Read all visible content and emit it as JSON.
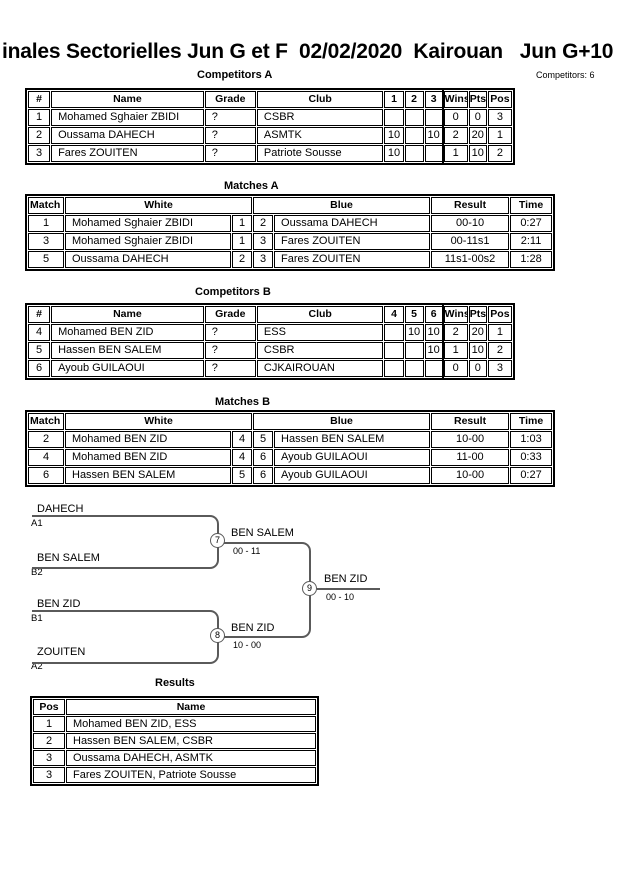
{
  "page": {
    "title": "inales Sectorielles Jun G et F  02/02/2020  Kairouan   Jun G+10",
    "competitors_count": "Competitors: 6"
  },
  "competitors_a": {
    "heading": "Competitors A",
    "columns": [
      "#",
      "Name",
      "Grade",
      "Club",
      "1",
      "2",
      "3",
      "Wins",
      "Pts",
      "Pos"
    ],
    "rows": [
      {
        "num": "1",
        "name": "Mohamed Sghaier ZBIDI",
        "grade": "?",
        "club": "CSBR",
        "c1": "",
        "c2": "",
        "c3": "",
        "wins": "0",
        "pts": "0",
        "pos": "3"
      },
      {
        "num": "2",
        "name": "Oussama DAHECH",
        "grade": "?",
        "club": "ASMTK",
        "c1": "10",
        "c2": "",
        "c3": "10",
        "wins": "2",
        "pts": "20",
        "pos": "1"
      },
      {
        "num": "3",
        "name": "Fares ZOUITEN",
        "grade": "?",
        "club": "Patriote Sousse",
        "c1": "10",
        "c2": "",
        "c3": "",
        "wins": "1",
        "pts": "10",
        "pos": "2"
      }
    ]
  },
  "matches_a": {
    "heading": "Matches A",
    "columns": [
      "Match",
      "White",
      "Blue",
      "Result",
      "Time"
    ],
    "rows": [
      {
        "match": "1",
        "white": "Mohamed Sghaier ZBIDI",
        "wnum": "1",
        "bnum": "2",
        "blue": "Oussama DAHECH",
        "result": "00-10",
        "time": "0:27"
      },
      {
        "match": "3",
        "white": "Mohamed Sghaier ZBIDI",
        "wnum": "1",
        "bnum": "3",
        "blue": "Fares ZOUITEN",
        "result": "00-11s1",
        "time": "2:11"
      },
      {
        "match": "5",
        "white": "Oussama DAHECH",
        "wnum": "2",
        "bnum": "3",
        "blue": "Fares ZOUITEN",
        "result": "11s1-00s2",
        "time": "1:28"
      }
    ]
  },
  "competitors_b": {
    "heading": "Competitors B",
    "columns": [
      "#",
      "Name",
      "Grade",
      "Club",
      "4",
      "5",
      "6",
      "Wins",
      "Pts",
      "Pos"
    ],
    "rows": [
      {
        "num": "4",
        "name": "Mohamed BEN ZID",
        "grade": "?",
        "club": "ESS",
        "c1": "",
        "c2": "10",
        "c3": "10",
        "wins": "2",
        "pts": "20",
        "pos": "1"
      },
      {
        "num": "5",
        "name": "Hassen BEN SALEM",
        "grade": "?",
        "club": "CSBR",
        "c1": "",
        "c2": "",
        "c3": "10",
        "wins": "1",
        "pts": "10",
        "pos": "2"
      },
      {
        "num": "6",
        "name": "Ayoub GUILAOUI",
        "grade": "?",
        "club": "CJKAIROUAN",
        "c1": "",
        "c2": "",
        "c3": "",
        "wins": "0",
        "pts": "0",
        "pos": "3"
      }
    ]
  },
  "matches_b": {
    "heading": "Matches B",
    "columns": [
      "Match",
      "White",
      "Blue",
      "Result",
      "Time"
    ],
    "rows": [
      {
        "match": "2",
        "white": "Mohamed BEN ZID",
        "wnum": "4",
        "bnum": "5",
        "blue": "Hassen BEN SALEM",
        "result": "10-00",
        "time": "1:03"
      },
      {
        "match": "4",
        "white": "Mohamed BEN ZID",
        "wnum": "4",
        "bnum": "6",
        "blue": "Ayoub GUILAOUI",
        "result": "11-00",
        "time": "0:33"
      },
      {
        "match": "6",
        "white": "Hassen BEN SALEM",
        "wnum": "5",
        "bnum": "6",
        "blue": "Ayoub GUILAOUI",
        "result": "10-00",
        "time": "0:27"
      }
    ]
  },
  "bracket": {
    "semifinal_1": {
      "number": "7",
      "top_name": "DAHECH",
      "top_seed": "A1",
      "bottom_name": "BEN SALEM",
      "bottom_seed": "B2",
      "winner": "BEN SALEM",
      "score": "00 - 11"
    },
    "semifinal_2": {
      "number": "8",
      "top_name": "BEN ZID",
      "top_seed": "B1",
      "bottom_name": "ZOUITEN",
      "bottom_seed": "A2",
      "winner": "BEN ZID",
      "score": "10 - 00"
    },
    "final": {
      "number": "9",
      "winner": "BEN ZID",
      "score": "00 - 10"
    }
  },
  "results": {
    "heading": "Results",
    "columns": [
      "Pos",
      "Name"
    ],
    "rows": [
      {
        "pos": "1",
        "name": "Mohamed BEN ZID, ESS"
      },
      {
        "pos": "2",
        "name": "Hassen BEN SALEM, CSBR"
      },
      {
        "pos": "3",
        "name": "Oussama DAHECH, ASMTK"
      },
      {
        "pos": "3",
        "name": "Fares ZOUITEN, Patriote Sousse"
      }
    ]
  },
  "colors": {
    "text": "#000000",
    "table_border": "#000000",
    "bracket_line": "#5a5a5a"
  }
}
